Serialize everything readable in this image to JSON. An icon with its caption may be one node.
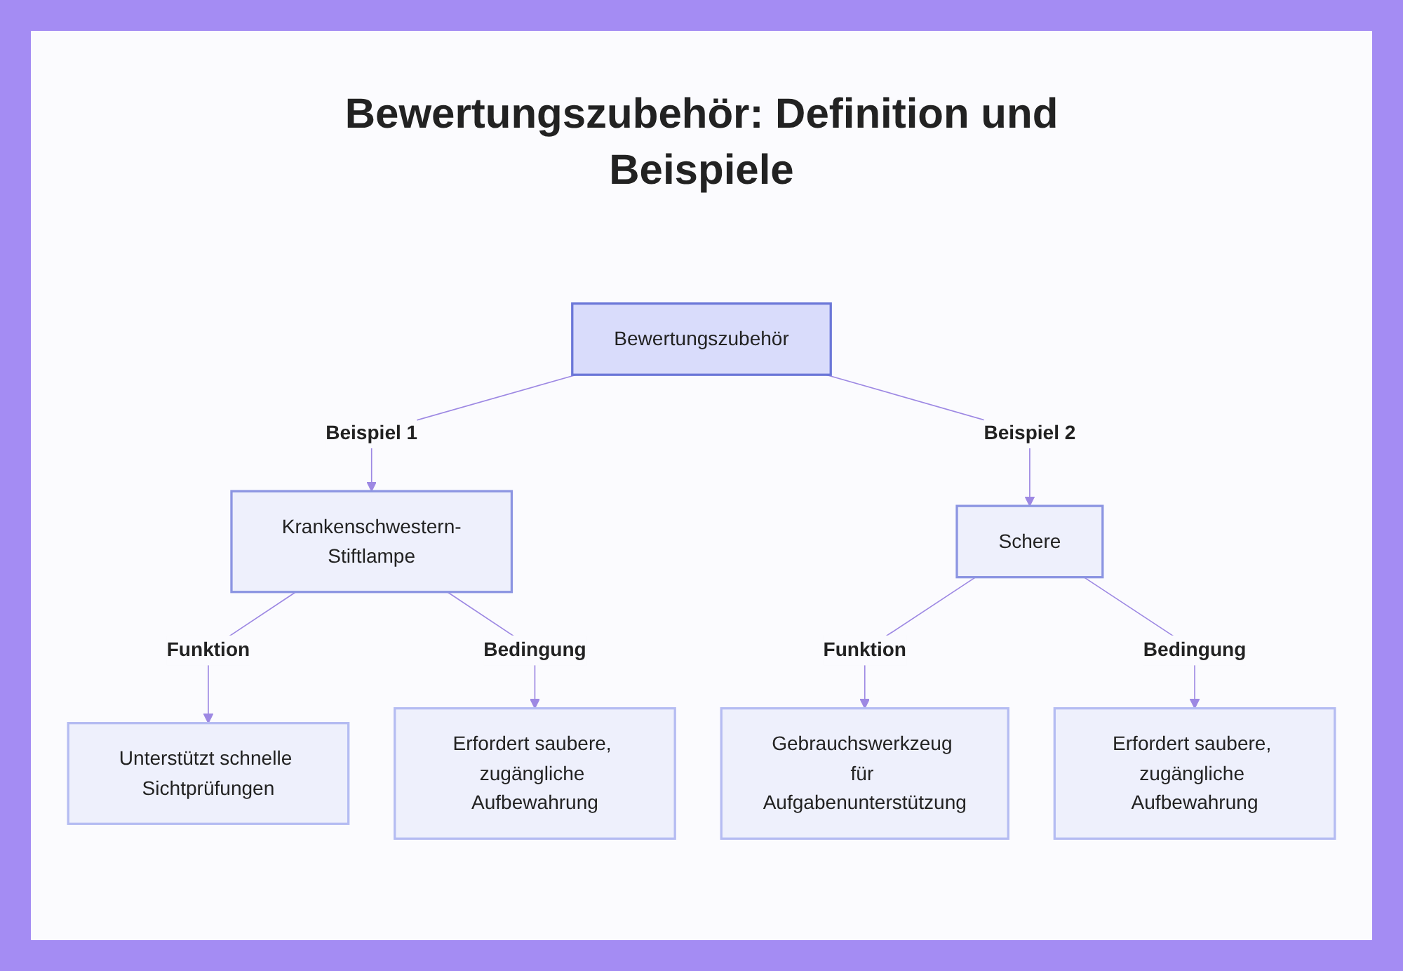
{
  "diagram": {
    "title": "Bewertungszubehör: Definition und Beispiele",
    "nodes": [
      {
        "text": [
          "Bewertungszubehör"
        ]
      },
      {
        "text": [
          "Krankenschwestern-Stiftlampe"
        ]
      },
      {
        "text": [
          "Schere"
        ]
      },
      {
        "text": [
          "Unterstützt schnelle Sichtprüfungen"
        ]
      },
      {
        "text": [
          "Erfordert saubere, zugängliche Aufbewahrung"
        ]
      },
      {
        "text": [
          "Gebrauchswerkzeug für Aufgabenunterstützung"
        ]
      },
      {
        "text": [
          "Erfordert saubere, zugängliche Aufbewahrung"
        ]
      }
    ],
    "edges": [
      {
        "from": 0,
        "to": 1,
        "arrow": "to",
        "label": "Beispiel 1"
      },
      {
        "from": 0,
        "to": 2,
        "arrow": "to",
        "label": "Beispiel 2"
      },
      {
        "from": 1,
        "to": 3,
        "arrow": "to",
        "label": "Funktion"
      },
      {
        "from": 1,
        "to": 4,
        "arrow": "to",
        "label": "Bedingung"
      },
      {
        "from": 2,
        "to": 5,
        "arrow": "to",
        "label": "Funktion"
      },
      {
        "from": 2,
        "to": 6,
        "arrow": "to",
        "label": "Bedingung"
      }
    ]
  }
}
